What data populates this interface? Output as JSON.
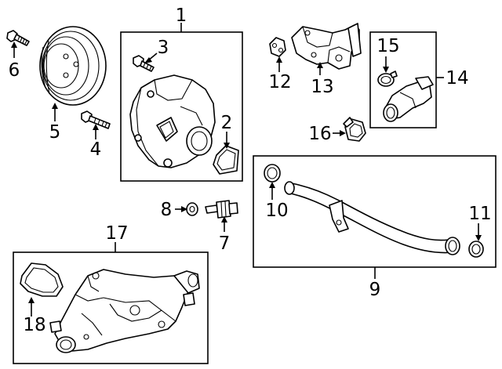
{
  "callouts": {
    "c1": "1",
    "c2": "2",
    "c3": "3",
    "c4": "4",
    "c5": "5",
    "c6": "6",
    "c7": "7",
    "c8": "8",
    "c9": "9",
    "c10": "10",
    "c11": "11",
    "c12": "12",
    "c13": "13",
    "c14": "14",
    "c15": "15",
    "c16": "16",
    "c17": "17",
    "c18": "18"
  },
  "parts": [
    {
      "callout": "1",
      "icon": "water-pump-assembly-icon"
    },
    {
      "callout": "2",
      "icon": "gasket-icon"
    },
    {
      "callout": "3",
      "icon": "bolt-icon"
    },
    {
      "callout": "4",
      "icon": "bolt-icon"
    },
    {
      "callout": "5",
      "icon": "pulley-icon"
    },
    {
      "callout": "6",
      "icon": "bolt-icon"
    },
    {
      "callout": "7",
      "icon": "sensor-icon"
    },
    {
      "callout": "8",
      "icon": "washer-icon"
    },
    {
      "callout": "9",
      "icon": "coolant-pipe-icon"
    },
    {
      "callout": "10",
      "icon": "o-ring-icon"
    },
    {
      "callout": "11",
      "icon": "o-ring-icon"
    },
    {
      "callout": "12",
      "icon": "gasket-icon"
    },
    {
      "callout": "13",
      "icon": "outlet-housing-icon"
    },
    {
      "callout": "14",
      "icon": "connector-assembly-icon"
    },
    {
      "callout": "15",
      "icon": "clamp-icon"
    },
    {
      "callout": "16",
      "icon": "clamp-icon"
    },
    {
      "callout": "17",
      "icon": "thermostat-housing-icon"
    },
    {
      "callout": "18",
      "icon": "gasket-icon"
    }
  ]
}
